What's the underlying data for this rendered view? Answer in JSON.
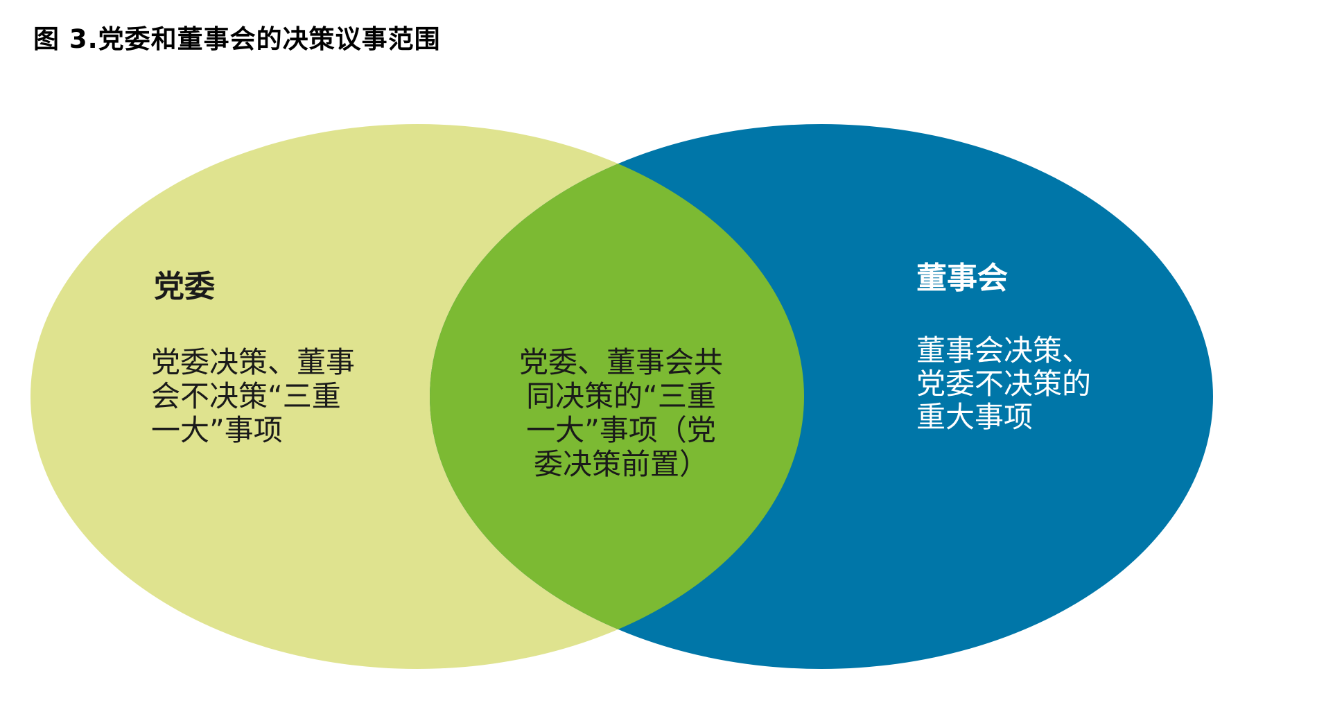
{
  "title": "图 3.党委和董事会的决策议事范围",
  "diagram": {
    "type": "venn",
    "left": {
      "heading": "党委",
      "body": "党委决策、董事\n会不决策“三重\n一大”事项"
    },
    "overlap": {
      "body": "党委、董事会共\n同决策的“三重\n一大”事项（党\n委决策前置）"
    },
    "right": {
      "heading": "董事会",
      "body": "董事会决策、\n党委不决策的\n重大事项"
    }
  },
  "colors": {
    "left_ellipse": "#dfe38f",
    "right_ellipse": "#0076a8",
    "overlap": "#7cba33",
    "title_text": "#000000",
    "left_text": "#1a1a1a",
    "right_text": "#ffffff",
    "background": "#ffffff"
  }
}
